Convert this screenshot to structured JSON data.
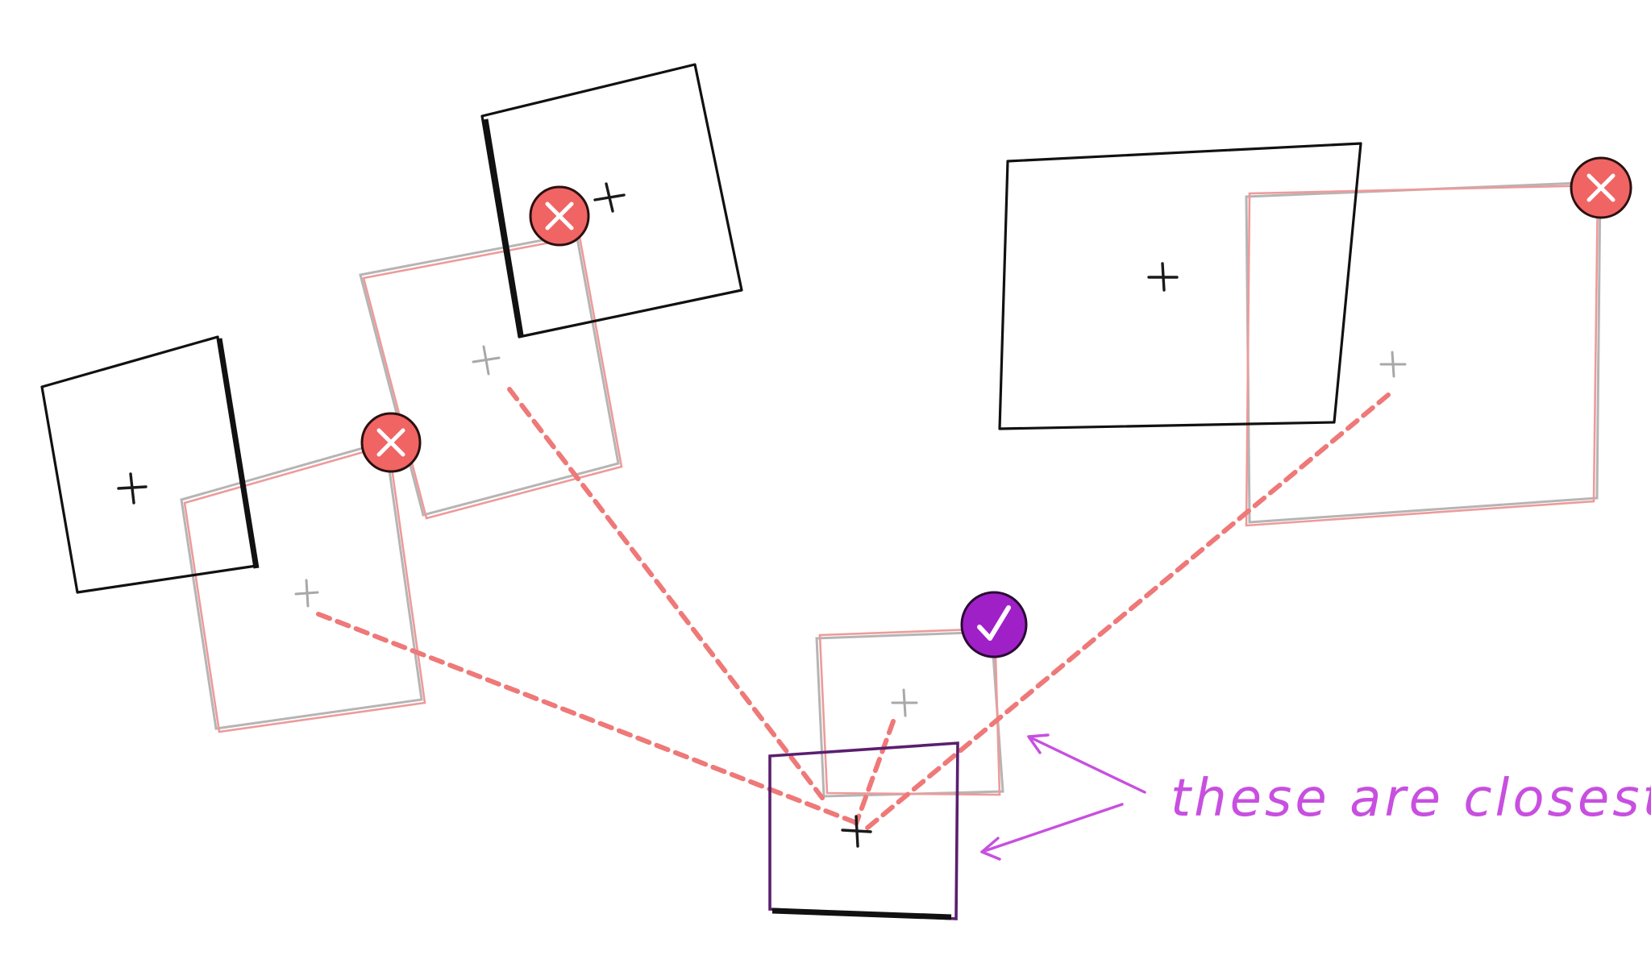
{
  "annotation": {
    "text": "these are closest",
    "color": "#c84fe0"
  },
  "colors": {
    "reject_marker": "#f06464",
    "accept_marker": "#a020c8",
    "candidate_box": "#111111",
    "target_box": "#5b1f6e",
    "distance_line": "#ef7878"
  },
  "markers": [
    {
      "kind": "reject",
      "icon": "x-mark-icon"
    },
    {
      "kind": "reject",
      "icon": "x-mark-icon"
    },
    {
      "kind": "reject",
      "icon": "x-mark-icon"
    },
    {
      "kind": "accept",
      "icon": "check-mark-icon"
    }
  ]
}
